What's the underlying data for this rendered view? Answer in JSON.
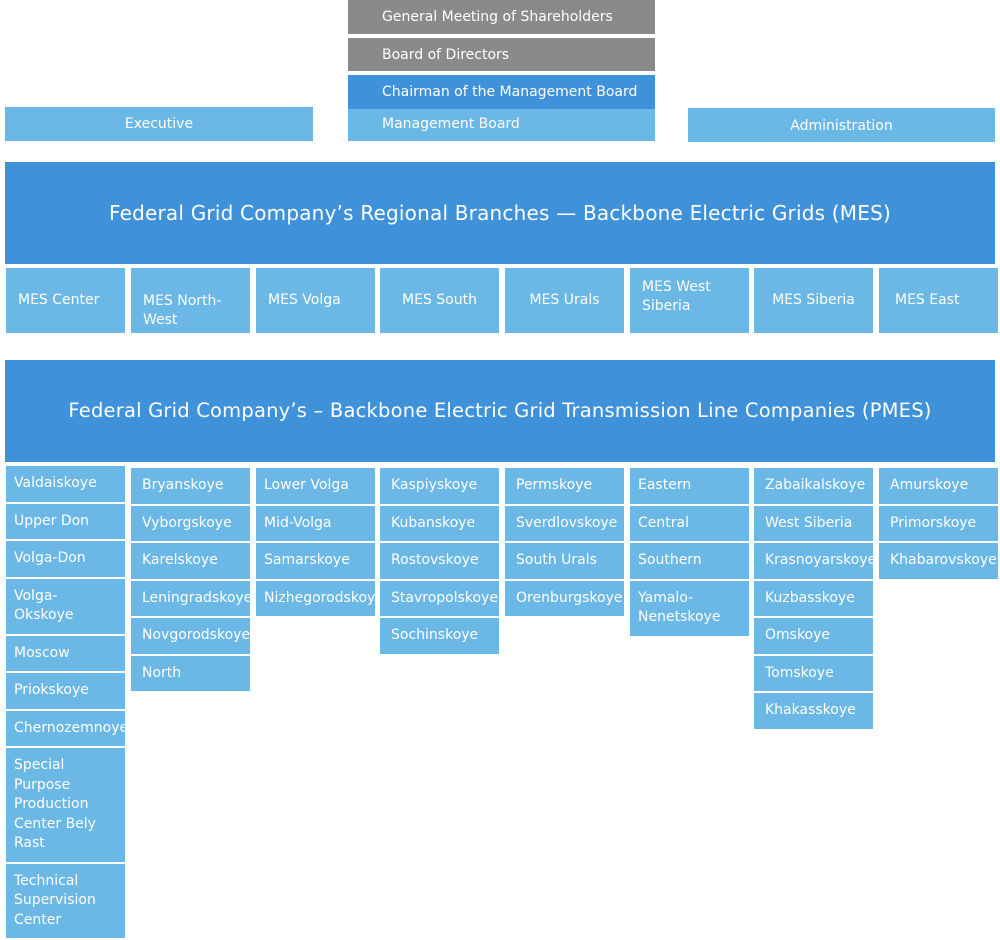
{
  "governance": {
    "shareholders": "General Meeting of Shareholders",
    "board": "Board of Directors",
    "chairman": "Chairman of the Management Board",
    "management": "Management Board",
    "executive": "Executive",
    "administration": "Administration"
  },
  "mes_header": "Federal Grid Company’s Regional Branches — Backbone Electric Grids (MES)",
  "mes_branches": [
    "MES Center",
    "MES North-West",
    "MES Volga",
    "MES South",
    "MES Urals",
    "MES West Siberia",
    "MES Siberia",
    "MES East"
  ],
  "pmes_header": "Federal Grid Company’s – Backbone Electric Grid Transmission Line Companies (PMES)",
  "pmes_columns": [
    [
      "Valdaiskoye",
      "Upper Don",
      "Volga-Don",
      "Volga-Okskoye",
      "Moscow",
      "Priokskoye",
      "Chernozemnoye",
      "Special Purpose Production Center Bely Rast",
      "Technical Supervision Center"
    ],
    [
      "Bryanskoye",
      "Vyborgskoye",
      "Karelskoye",
      "Leningradskoye",
      "Novgorodskoye",
      "North"
    ],
    [
      "Lower Volga",
      "Mid-Volga",
      "Samarskoye",
      "Nizhegorodskoye"
    ],
    [
      "Kaspiyskoye",
      "Kubanskoye",
      "Rostovskoye",
      "Stavropolskoye",
      "Sochinskoye"
    ],
    [
      "Permskoye",
      "Sverdlovskoye",
      "South Urals",
      "Orenburgskoye"
    ],
    [
      "Eastern",
      "Central",
      "Southern",
      "Yamalo-Nenetskoye"
    ],
    [
      "Zabaikalskoye",
      "West Siberia",
      "Krasnoyarskoye",
      "Kuzbasskoye",
      "Omskoye",
      "Tomskoye",
      "Khakasskoye"
    ],
    [
      "Amurskoye",
      "Primorskoye",
      "Khabarovskoye"
    ]
  ]
}
